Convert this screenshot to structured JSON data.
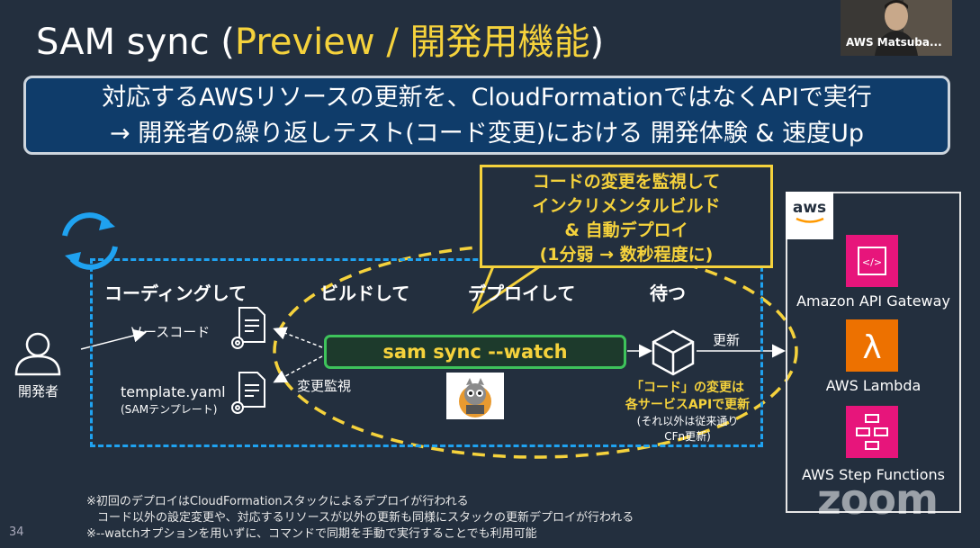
{
  "title": {
    "prefix": "SAM sync (",
    "highlight": "Preview / 開発用機能",
    "suffix": ")"
  },
  "video": {
    "participant_name": "AWS Matsuba..."
  },
  "banner": {
    "line1": "対応するAWSリソースの更新を、CloudFormationではなくAPIで実行",
    "line2": "→ 開発者の繰り返しテスト(コード変更)における 開発体験 & 速度Up"
  },
  "callout": {
    "line1": "コードの変更を監視して",
    "line2": "インクリメンタルビルド",
    "line3": "& 自動デプロイ",
    "line4": "(1分弱 → 数秒程度に)"
  },
  "stages": [
    "コーディングして",
    "ビルドして",
    "デプロイして",
    "待つ"
  ],
  "developer": {
    "label": "開発者"
  },
  "files": {
    "source_label": "ソースコード",
    "template_label": "template.yaml",
    "template_sub": "(SAMテンプレート)"
  },
  "watch_label": "変更監視",
  "command": "sam sync --watch",
  "update_label": "更新",
  "code_note": {
    "line1": "「コード」の変更は",
    "line2": "各サービスAPIで更新",
    "line3": "(それ以外は従来通り",
    "line4": "CFn更新)"
  },
  "aws": {
    "logo": "aws",
    "services": [
      {
        "label": "Amazon API Gateway",
        "icon": "api-gateway-icon",
        "color": "#e7157b"
      },
      {
        "label": "AWS Lambda",
        "icon": "lambda-icon",
        "color": "#ed7100"
      },
      {
        "label": "AWS Step Functions",
        "icon": "step-functions-icon",
        "color": "#e7157b"
      }
    ]
  },
  "notes": {
    "line1": "※初回のデプロイはCloudFormationスタックによるデプロイが行われる",
    "line2": "コード以外の設定変更や、対応するリソースが以外の更新も同様にスタックの更新デプロイが行われる",
    "line3": "※--watchオプションを用いずに、コマンドで同期を手動で実行することでも利用可能"
  },
  "page_number": "34",
  "watermark": "zoom",
  "colors": {
    "background": "#232f3e",
    "accent_yellow": "#f5d23c",
    "dashed_blue": "#1fa2f0",
    "banner": "#0f3c6a",
    "command_border": "#3ec35b"
  }
}
